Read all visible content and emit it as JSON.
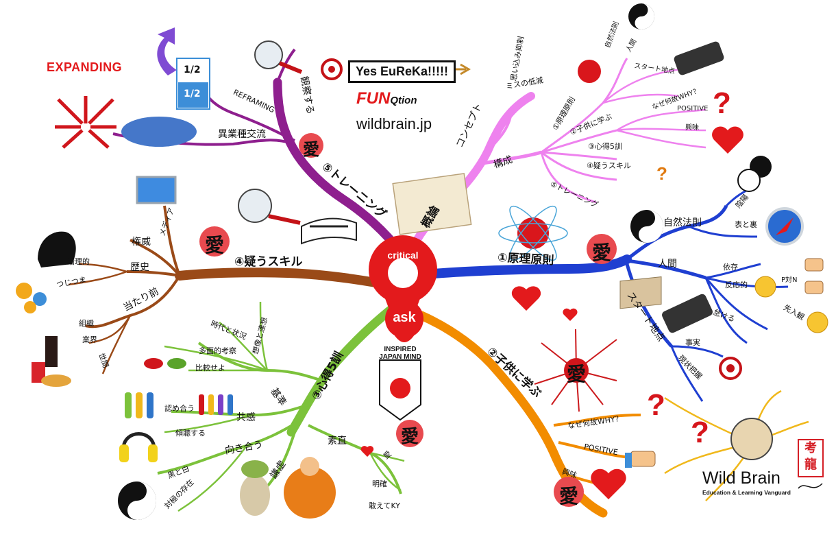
{
  "center": {
    "top_label": "critical",
    "bottom_label": "ask"
  },
  "logos": {
    "eureka": "Yes EuReKa!!!!!",
    "funqtion_a": "FUN",
    "funqtion_b": "Qtion",
    "website": "wildbrain.jp",
    "expanding": "EXPANDING",
    "inspired": "INSPIRED\nJAPAN MIND",
    "wildbrain_title": "Wild Brain",
    "wildbrain_sub": "Education & Learning Vanguard",
    "stamp": "考龍"
  },
  "ai_mark": "愛",
  "branches": {
    "overview": {
      "label": "概論",
      "sub": [
        "コンセプト",
        "構成"
      ],
      "concept_items": [
        "思い込み抑制",
        "ミスの低減"
      ],
      "structure_items": [
        "①原理原則",
        "②子供に学ぶ",
        "③心得5訓",
        "④疑うスキル",
        "⑤トレーニング"
      ],
      "principle_items": [
        "自然法則",
        "人間",
        "スタート地点"
      ],
      "child_items": [
        "なぜ何故WHY？",
        "POSITIVE",
        "興味"
      ]
    },
    "principle": {
      "label": "①原理原則",
      "sub": [
        "自然法則",
        "人間",
        "スタート地点"
      ],
      "nature_items": [
        "陰陽",
        "表と裏"
      ],
      "human_items": [
        "依存",
        "反応的",
        "P対N",
        "怠ける",
        "先入観"
      ],
      "start_items": [
        "事実",
        "現状把握"
      ]
    },
    "child": {
      "label": "②子供に学ぶ",
      "items": [
        "なぜ何故WHY？",
        "POSITIVE",
        "興味"
      ]
    },
    "mindset": {
      "label": "③心得5訓",
      "sub": [
        "基準",
        "共感",
        "向き合う",
        "謙虚",
        "素直"
      ],
      "standard_items": [
        "想像と連想",
        "時代と状況",
        "多面的考察",
        "比較せよ"
      ],
      "empathy_items": [
        "認め合う",
        "傾聴する"
      ],
      "face_items": [
        "黒と白",
        "対極の存在"
      ],
      "honest_items": [
        "愛",
        "明確",
        "敢えてKY"
      ]
    },
    "doubt": {
      "label": "④疑うスキル",
      "sub": [
        "メディア",
        "権威",
        "歴史",
        "当たり前"
      ],
      "history_items": [
        "論理的",
        "つじつま"
      ],
      "common_items": [
        "組織",
        "業界",
        "世間"
      ]
    },
    "training": {
      "label": "⑤トレーニング",
      "sub": [
        "観察する",
        "REFRAMING",
        "異業種交流"
      ],
      "reframe_items": [
        "1/2",
        "1/2"
      ]
    }
  },
  "colors": {
    "overview": "#ee82ee",
    "principle": "#1f3fd1",
    "child": "#f28c00",
    "mindset": "#7cc23b",
    "doubt": "#9a4a18",
    "training": "#8e1f8e",
    "accent_red": "#e31a1c"
  }
}
